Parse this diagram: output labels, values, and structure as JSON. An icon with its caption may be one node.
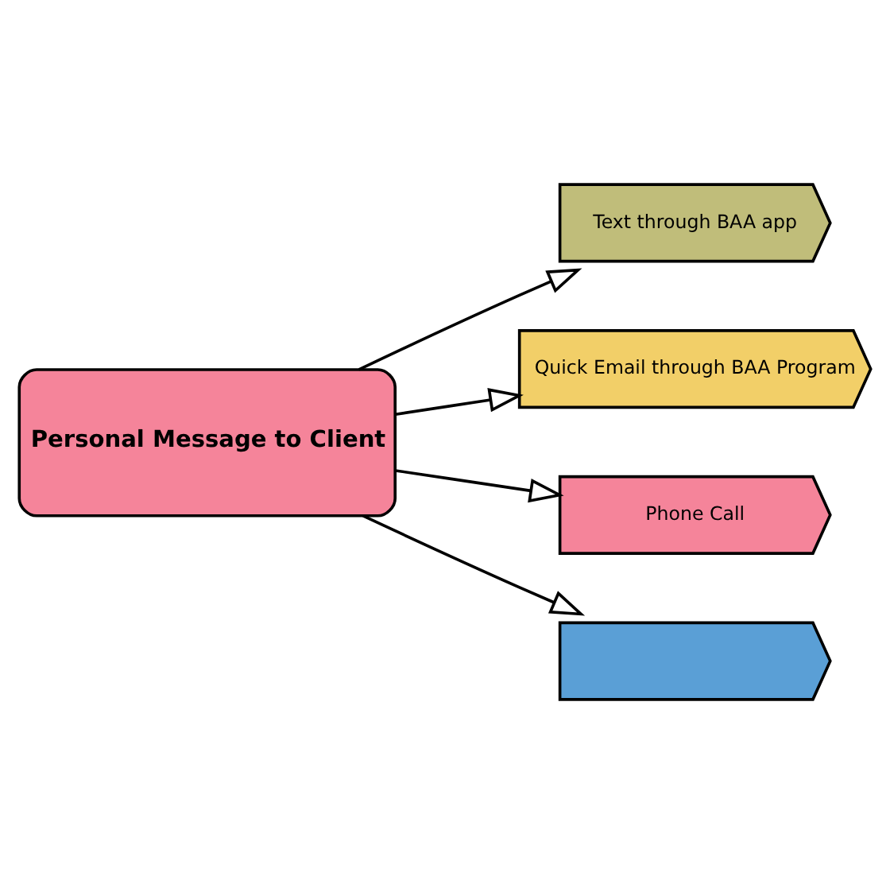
{
  "diagram": {
    "nodes": [
      {
        "text": [
          "Personal Message to Client"
        ]
      },
      {
        "text": [
          "Text through BAA app"
        ]
      },
      {
        "text": [
          "Quick Email through BAA Program"
        ]
      },
      {
        "text": [
          "Phone Call"
        ]
      },
      {
        "text": [],
        "shape": "box"
      }
    ],
    "edges": [
      {
        "from": 0,
        "to": 1,
        "arrow": "to"
      },
      {
        "from": 0,
        "to": 2,
        "arrow": "to"
      },
      {
        "from": 0,
        "to": 3,
        "arrow": "to"
      },
      {
        "from": 0,
        "to": 4,
        "arrow": "to"
      }
    ]
  }
}
